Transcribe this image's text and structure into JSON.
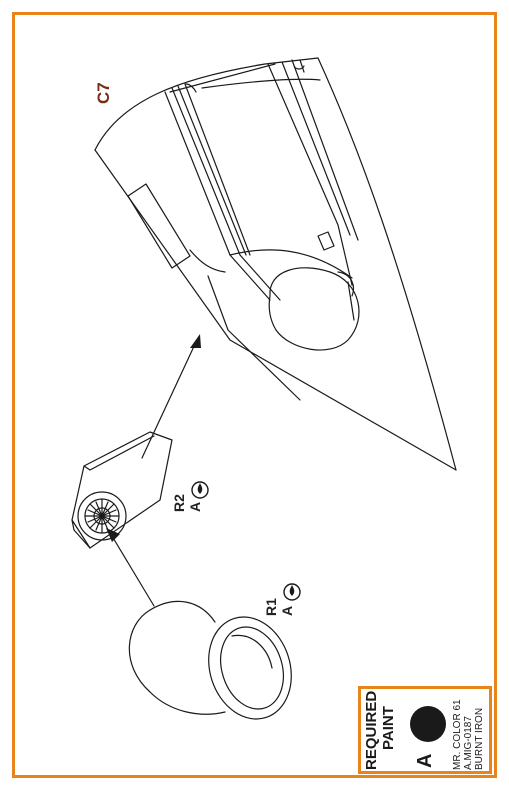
{
  "step": {
    "label": "C7"
  },
  "parts": [
    {
      "id": "R1",
      "paint": "A"
    },
    {
      "id": "R2",
      "paint": "A"
    }
  ],
  "required_paint": {
    "title_line1": "REQUIRED",
    "title_line2": "PAINT",
    "letter": "A",
    "line1": "MR. COLOR 61",
    "line2": "A.MIG-0187",
    "line3": "BURNT IRON",
    "swatch_color": "#1a1a1a"
  },
  "colors": {
    "frame": "#e8841c",
    "step_label": "#7a2b16",
    "ink": "#1a1a1a"
  },
  "icons": [
    "paint-drop-icon",
    "arrow-icon"
  ]
}
